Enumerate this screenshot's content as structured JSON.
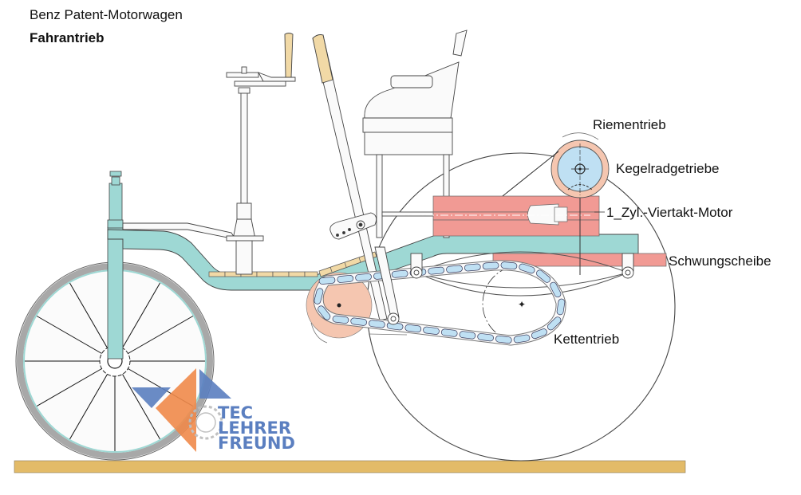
{
  "header": {
    "title": "Benz Patent-Motorwagen",
    "subtitle": "Fahrantrieb"
  },
  "labels": {
    "belt_drive": "Riementrieb",
    "bevel_gear": "Kegelradgetriebe",
    "engine": "1_Zyl.-Viertakt-Motor",
    "flywheel": "Schwungscheibe",
    "chain_drive": "Kettentrieb"
  },
  "logo": {
    "line1": "TEC",
    "line2": "LEHRER",
    "line3": "FREUND"
  },
  "colors": {
    "frame": "#9ed8d4",
    "engine": "#f19a94",
    "pulley": "#f5c6b0",
    "pulley_inner": "#bfe0f3",
    "chain_link": "#bfe0f3",
    "wood": "#f1d9a6",
    "ground": "#e3bb68",
    "tire": "#a8a8a8",
    "logo_blue": "#5b7fc0",
    "logo_orange": "#f08a4b"
  }
}
